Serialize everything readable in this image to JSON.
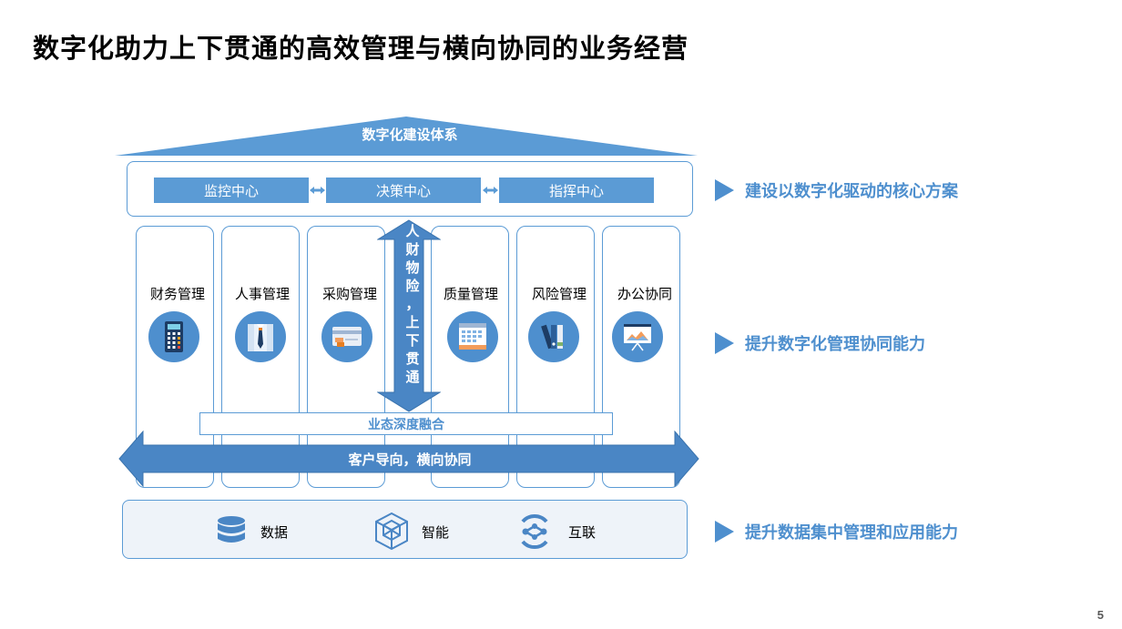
{
  "title": "数字化助力上下贯通的高效管理与横向协同的业务经营",
  "roof": {
    "label": "数字化建设体系"
  },
  "centers": [
    {
      "label": "监控中心"
    },
    {
      "label": "决策中心"
    },
    {
      "label": "指挥中心"
    }
  ],
  "pillars": [
    {
      "label": "财务管理",
      "icon": "calculator-icon"
    },
    {
      "label": "人事管理",
      "icon": "suit-tie-icon"
    },
    {
      "label": "采购管理",
      "icon": "bank-card-icon"
    },
    {
      "label": "质量管理",
      "icon": "calendar-icon"
    },
    {
      "label": "风险管理",
      "icon": "binders-icon"
    },
    {
      "label": "办公协同",
      "icon": "presentation-board-icon"
    }
  ],
  "vertical_arrow": {
    "chars": [
      "人",
      "财",
      "物",
      "险",
      "，",
      "上",
      "下",
      "贯",
      "通"
    ]
  },
  "integration": {
    "label": "业态深度融合"
  },
  "horizontal_arrow": {
    "label": "客户导向，横向协同"
  },
  "foundation": [
    {
      "label": "数据",
      "icon": "database-icon"
    },
    {
      "label": "智能",
      "icon": "cube-network-icon"
    },
    {
      "label": "互联",
      "icon": "connected-nodes-icon"
    }
  ],
  "side_notes": [
    {
      "text": "建设以数字化驱动的核心方案"
    },
    {
      "text": "提升数字化管理协同能力"
    },
    {
      "text": "提升数据集中管理和应用能力"
    }
  ],
  "page_number": "5",
  "colors": {
    "accent": "#5b9bd5",
    "accent_dark": "#4e8fce",
    "arrow": "#4a86c5"
  }
}
